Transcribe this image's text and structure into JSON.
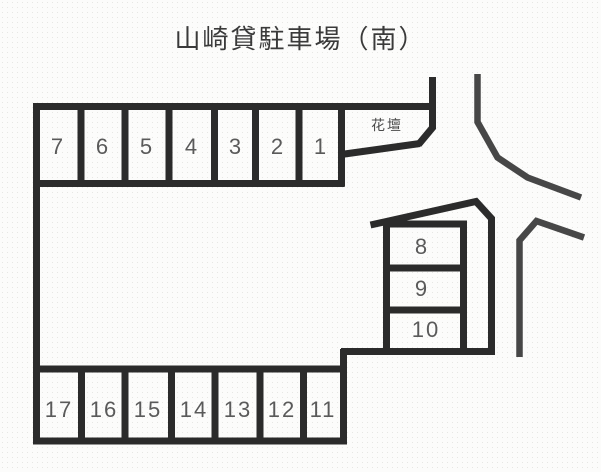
{
  "title": "山崎貸駐車場（南）",
  "flower_bed_label": "花壇",
  "spaces": {
    "top_row": [
      "7",
      "6",
      "5",
      "4",
      "3",
      "2",
      "1"
    ],
    "middle_column": [
      "8",
      "9",
      "10"
    ],
    "bottom_row": [
      "17",
      "16",
      "15",
      "14",
      "13",
      "12",
      "11"
    ]
  },
  "colors": {
    "lot_line": "#2b2b2b",
    "road_line": "#474747",
    "number_text": "#5a5a5a",
    "title_text": "#3a3a3a",
    "background": "#fcfcfb"
  }
}
